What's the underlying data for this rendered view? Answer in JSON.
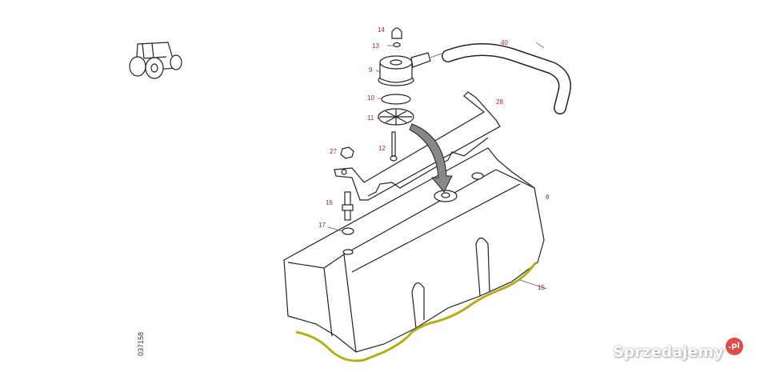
{
  "diagram": {
    "drawing_code": "037158",
    "part_labels": {
      "p14": "14",
      "p13": "13",
      "p9": "9",
      "p40": "40",
      "p10": "10",
      "p11": "11",
      "p28": "28",
      "p12": "12",
      "p27": "27",
      "p8": "8",
      "p16": "16",
      "p17": "17",
      "p15": "15"
    },
    "label_color": "#9b2346",
    "gasket_color": "#b5ad1a"
  },
  "watermark": {
    "text": "Sprzedajemy",
    "badge": ".pl"
  }
}
